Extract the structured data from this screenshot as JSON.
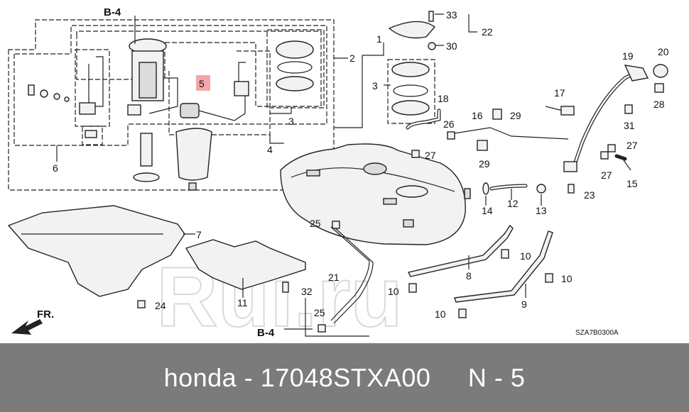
{
  "diagram": {
    "callouts": {
      "c1": "1",
      "c2": "2",
      "c3a": "3",
      "c3b": "3",
      "c4": "4",
      "c5": "5",
      "c6": "6",
      "c7": "7",
      "c8": "8",
      "c9": "9",
      "c10a": "10",
      "c10b": "10",
      "c10c": "10",
      "c10d": "10",
      "c11": "11",
      "c12": "12",
      "c13": "13",
      "c14": "14",
      "c15": "15",
      "c16": "16",
      "c17": "17",
      "c18": "18",
      "c19": "19",
      "c20": "20",
      "c21": "21",
      "c22": "22",
      "c23": "23",
      "c24": "24",
      "c25a": "25",
      "c25b": "25",
      "c26": "26",
      "c27a": "27",
      "c27b": "27",
      "c27c": "27",
      "c28": "28",
      "c29a": "29",
      "c29b": "29",
      "c30": "30",
      "c31": "31",
      "c32": "32",
      "c33": "33"
    },
    "refs": {
      "top": "B-4",
      "bottom": "B-4"
    },
    "front_label": "FR.",
    "drawing_code": "SZA7B0300A",
    "watermark": "Rui.ru",
    "highlight_color": "#f4a6a6"
  },
  "footer": {
    "caption": "honda - 17048STXA00     N - 5",
    "background": "#7b7b7b"
  }
}
